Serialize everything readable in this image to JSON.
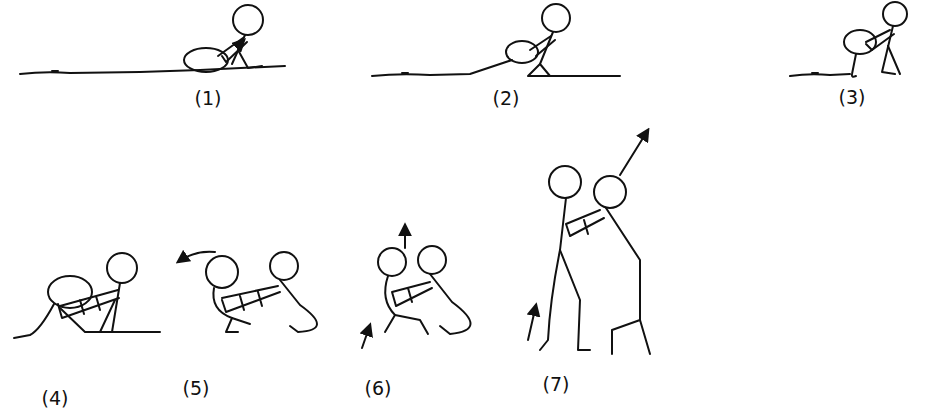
{
  "diagram": {
    "labels": [
      "(1)",
      "(2)",
      "(3)",
      "(4)",
      "(5)",
      "(6)",
      "(7)"
    ]
  }
}
